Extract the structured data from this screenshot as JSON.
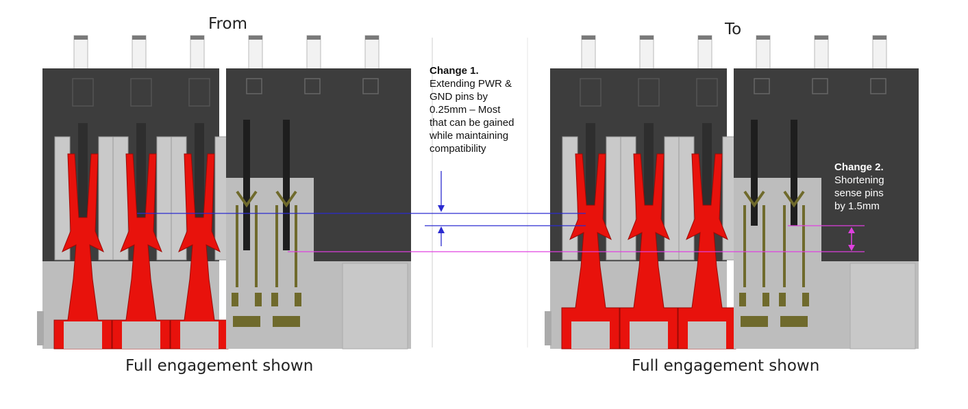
{
  "labels": {
    "from": "From",
    "to": "To",
    "caption_left": "Full engagement shown",
    "caption_right": "Full engagement shown"
  },
  "change1": {
    "title": "Change 1.",
    "lines": [
      "Extending PWR &",
      "GND pins by",
      "0.25mm – Most",
      "that can be gained",
      "while maintaining",
      "compatibility"
    ]
  },
  "change2": {
    "title": "Change 2.",
    "lines": [
      "Shortening",
      "sense pins",
      "by 1.5mm"
    ]
  },
  "colors": {
    "housing_dark": "#3d3d3d",
    "housing_light": "#bdbdbd",
    "power_pin": "#e8120c",
    "sense_pin": "#6f6a2c",
    "line_blue": "#2b2bd0",
    "line_magenta": "#e040e0"
  }
}
